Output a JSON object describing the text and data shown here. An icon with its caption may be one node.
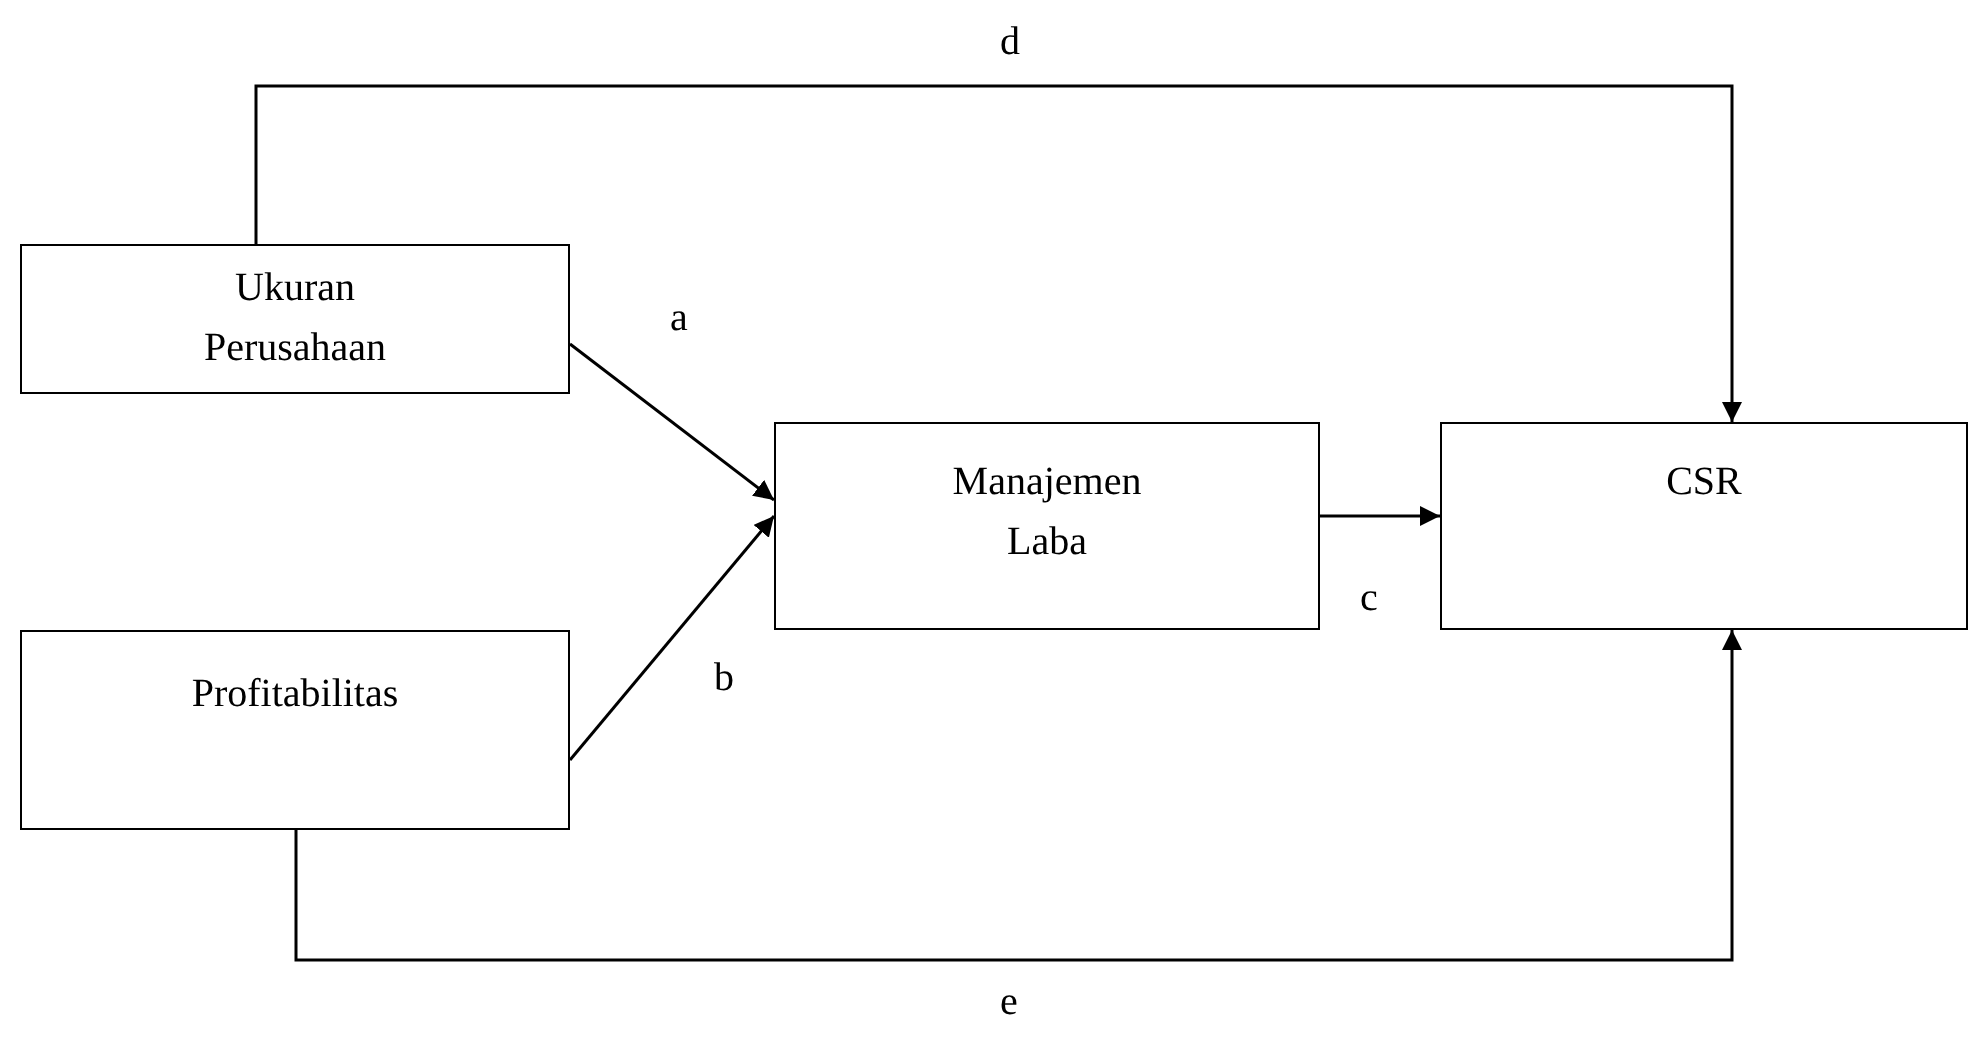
{
  "diagram": {
    "nodes": [
      {
        "text": [
          "Ukuran Perusahaan"
        ]
      },
      {
        "text": [
          "Profitabilitas"
        ]
      },
      {
        "text": [
          "Manajemen Laba"
        ]
      },
      {
        "text": [
          "CSR"
        ]
      }
    ],
    "edges": [
      {
        "from": 0,
        "to": 2,
        "arrow": "to",
        "label": "a"
      },
      {
        "from": 1,
        "to": 2,
        "arrow": "to",
        "label": "b"
      },
      {
        "from": 2,
        "to": 3,
        "arrow": "to",
        "label": "c"
      },
      {
        "from": 0,
        "to": 3,
        "arrow": "to",
        "label": "d"
      },
      {
        "from": 1,
        "to": 3,
        "arrow": "to",
        "label": "e"
      }
    ]
  }
}
